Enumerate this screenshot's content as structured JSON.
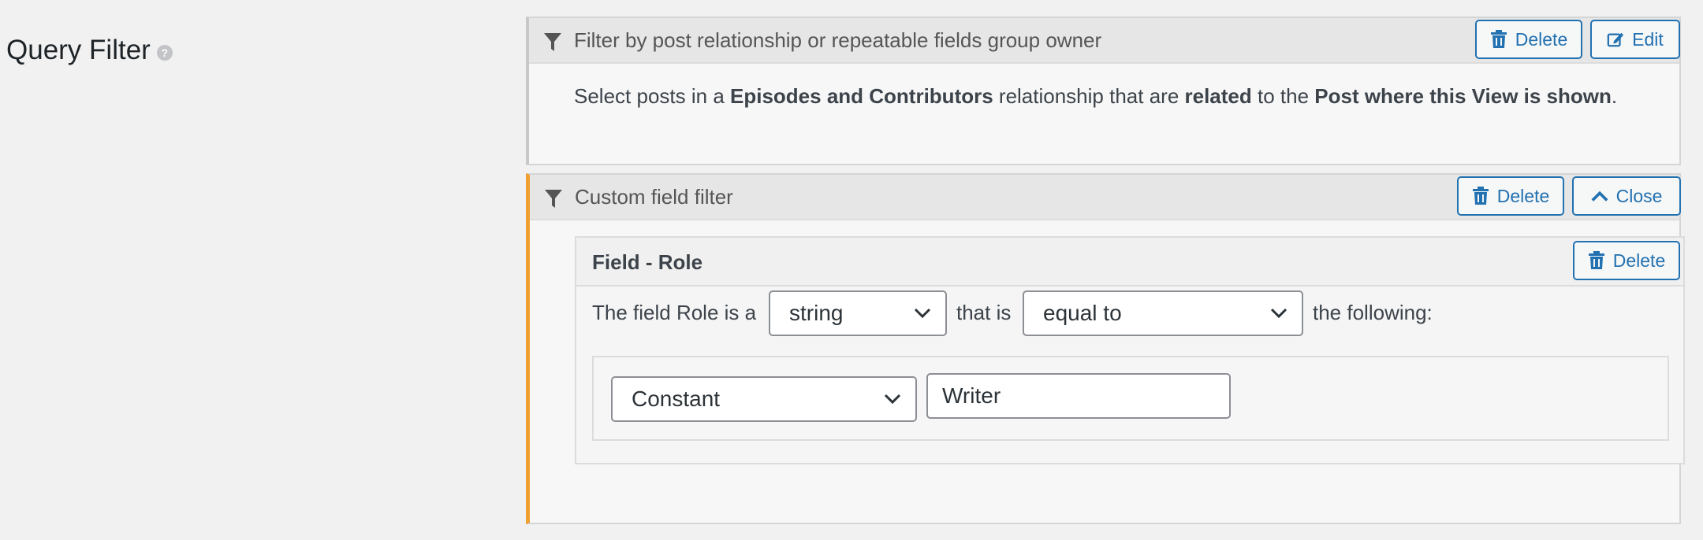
{
  "section": {
    "title": "Query Filter",
    "help": "?"
  },
  "filter1": {
    "title": "Filter by post relationship or repeatable fields group owner",
    "delete_label": "Delete",
    "edit_label": "Edit",
    "desc": {
      "t1": "Select posts in a ",
      "b1": "Episodes and Contributors",
      "t2": " relationship that are ",
      "b2": "related",
      "t3": " to the ",
      "b3": "Post where this View is shown",
      "t4": "."
    }
  },
  "filter2": {
    "title": "Custom field filter",
    "delete_label": "Delete",
    "close_label": "Close",
    "field": {
      "title": "Field - Role",
      "delete_label": "Delete",
      "prefix": "The field Role is a",
      "type_value": "string",
      "middle": "that is",
      "operator_value": "equal to",
      "suffix": "the following:",
      "source_value": "Constant",
      "input_value": "Writer"
    }
  },
  "colors": {
    "accent": "#2271b1",
    "active_border": "#f0a030"
  },
  "icons": {
    "filter": "funnel-icon",
    "delete": "trash-icon",
    "edit": "edit-icon",
    "close": "chevron-up-icon",
    "select": "chevron-down-icon"
  }
}
